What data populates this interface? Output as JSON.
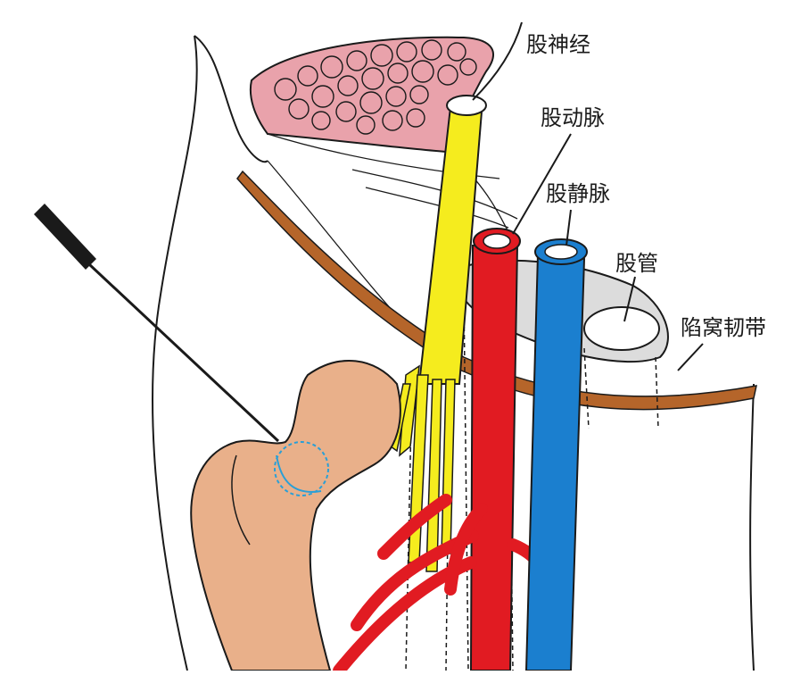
{
  "labels": {
    "femoral_nerve": "股神经",
    "femoral_artery": "股动脉",
    "femoral_vein": "股静脉",
    "femoral_canal": "股管",
    "lacunar_ligament": "陷窝韧带"
  },
  "colors": {
    "nerve": "#f5ec1e",
    "artery": "#e11b22",
    "vein": "#1b7fcf",
    "ligament": "#b5652a",
    "bone": "#e9b08a",
    "muscle": "#e9a2ab",
    "sheath": "#dcdcdc",
    "outline": "#1a1a1a"
  }
}
